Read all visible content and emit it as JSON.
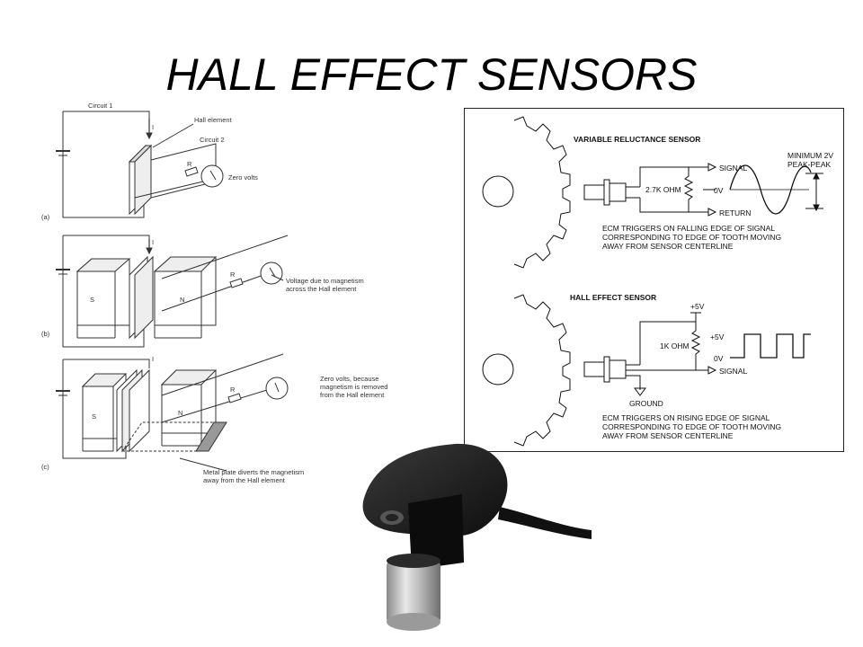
{
  "slide": {
    "title": "HALL EFFECT SENSORS"
  },
  "left_figure": {
    "panel_a": {
      "tag": "(a)",
      "circuit1": "Circuit 1",
      "current": "I",
      "hall_element": "Hall element",
      "circuit2": "Circuit 2",
      "resistor": "R",
      "reading": "Zero volts"
    },
    "panel_b": {
      "tag": "(b)",
      "current": "I",
      "pole_s": "S",
      "pole_n": "N",
      "resistor": "R",
      "reading_line1": "Voltage due to magnetism",
      "reading_line2": "across the Hall element"
    },
    "panel_c": {
      "tag": "(c)",
      "current": "I",
      "pole_s": "S",
      "pole_n": "N",
      "resistor": "R",
      "reading_line1": "Zero volts, because",
      "reading_line2": "magnetism is removed",
      "reading_line3": "from the Hall element",
      "plate_line1": "Metal plate diverts the magnetism",
      "plate_line2": "away from the Hall element"
    }
  },
  "right_figure": {
    "vr": {
      "title": "VARIABLE RELUCTANCE SENSOR",
      "signal": "SIGNAL",
      "zero": "0V",
      "ret": "RETURN",
      "resistor": "2.7K OHM",
      "amp_line1": "MINIMUM 2V",
      "amp_line2": "PEAK-PEAK",
      "note_line1": "ECM TRIGGERS ON FALLING EDGE OF SIGNAL",
      "note_line2": "CORRESPONDING TO EDGE OF TOOTH MOVING",
      "note_line3": "AWAY FROM SENSOR CENTERLINE"
    },
    "hall": {
      "title": "HALL EFFECT SENSOR",
      "supply": "+5V",
      "resistor": "1K OHM",
      "high": "+5V",
      "zero": "0V",
      "signal": "SIGNAL",
      "ground": "GROUND",
      "note_line1": "ECM TRIGGERS ON RISING EDGE OF SIGNAL",
      "note_line2": "CORRESPONDING TO EDGE OF TOOTH MOVING",
      "note_line3": "AWAY FROM SENSOR CENTERLINE"
    }
  },
  "colors": {
    "border": "#222222",
    "sensor_body": "#1a1a1a",
    "sensor_tip": "#c8c8c8"
  }
}
